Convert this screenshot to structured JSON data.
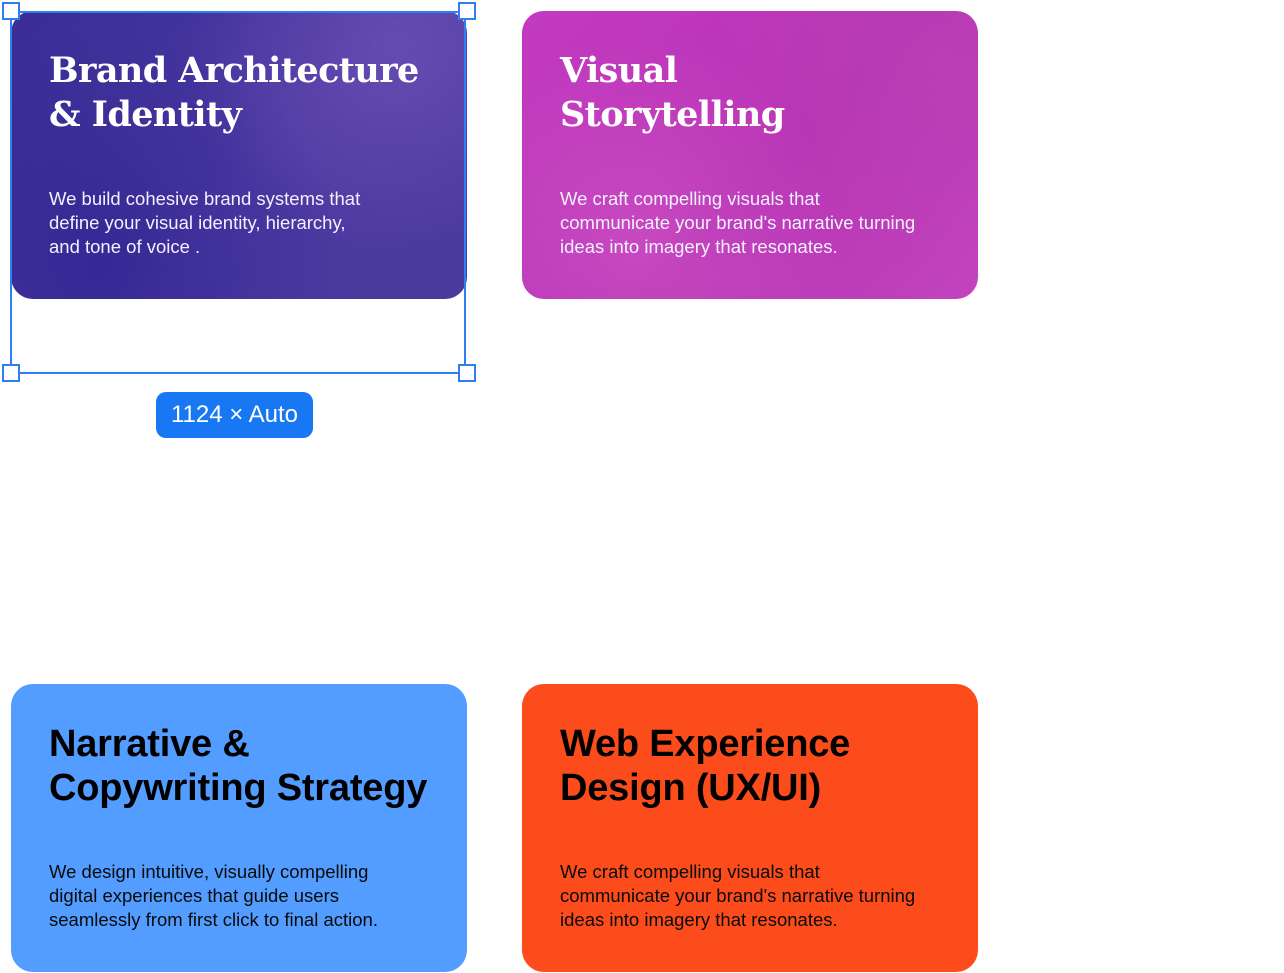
{
  "cards": [
    {
      "title": "Brand Architecture\n& Identity",
      "description": "We build cohesive brand systems that\ndefine your visual identity, hierarchy,\nand tone of voice ."
    },
    {
      "title": "Visual\nStorytelling",
      "description": "We craft compelling visuals that\ncommunicate your brand's narrative turning\nideas into imagery that resonates."
    },
    {
      "title": "Narrative &\nCopywriting Strategy",
      "description": "We design intuitive, visually compelling\ndigital experiences that guide users\nseamlessly from first click to final action."
    },
    {
      "title": "Web Experience\nDesign (UX/UI)",
      "description": "We craft compelling visuals that\ncommunicate your brand's narrative turning\nideas into imagery that resonates."
    }
  ],
  "selection": {
    "size_label": "1124 × Auto"
  },
  "colors": {
    "brand_card": "#3a2d96",
    "visual_card": "#c23ac0",
    "narrative_card": "#529dff",
    "web_card": "#fc4c1c",
    "selection_accent": "#1877f2"
  }
}
